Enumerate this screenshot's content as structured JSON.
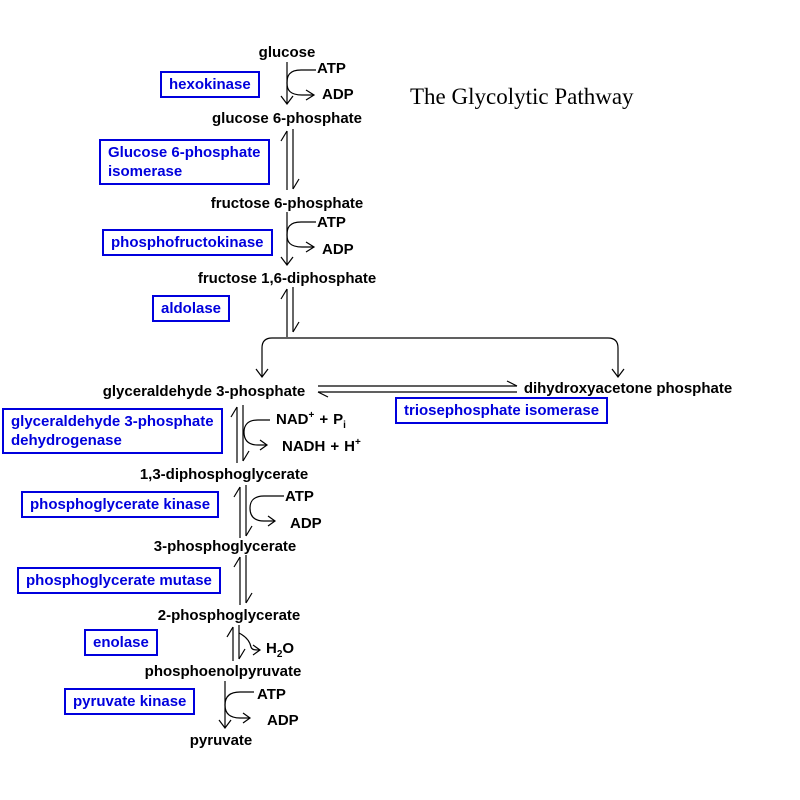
{
  "title": "The Glycolytic Pathway",
  "colors": {
    "enzyme_blue": "#0000DD",
    "line_black": "#000000",
    "background": "#FFFFFF"
  },
  "metabolites": {
    "glucose": "glucose",
    "glucose_6_phosphate": "glucose 6-phosphate",
    "fructose_6_phosphate": "fructose 6-phosphate",
    "fructose_1_6_diphosphate": "fructose 1,6-diphosphate",
    "glyceraldehyde_3_phosphate": "glyceraldehyde 3-phosphate",
    "dihydroxyacetone_phosphate": "dihydroxyacetone phosphate",
    "diphosphoglycerate_1_3": "1,3-diphosphoglycerate",
    "phosphoglycerate_3": "3-phosphoglycerate",
    "phosphoglycerate_2": "2-phosphoglycerate",
    "phosphoenolpyruvate": "phosphoenolpyruvate",
    "pyruvate": "pyruvate"
  },
  "enzymes": {
    "hexokinase": "hexokinase",
    "glucose_6_phosphate_isomerase_line1": "Glucose 6-phosphate",
    "glucose_6_phosphate_isomerase_line2": "isomerase",
    "phosphofructokinase": "phosphofructokinase",
    "aldolase": "aldolase",
    "triosephosphate_isomerase": "triosephosphate isomerase",
    "gapdh_line1": "glyceraldehyde 3-phosphate",
    "gapdh_line2": "dehydrogenase",
    "phosphoglycerate_kinase": "phosphoglycerate kinase",
    "phosphoglycerate_mutase": "phosphoglycerate mutase",
    "enolase": "enolase",
    "pyruvate_kinase": "pyruvate kinase"
  },
  "cofactors": {
    "atp": "ATP",
    "adp": "ADP",
    "nad": "NAD",
    "nad_sup": "+",
    "plus": "+",
    "p": "P",
    "p_sub": "i",
    "nadh": "NADH",
    "h": "H",
    "h_sup": "+",
    "h2o_h": "H",
    "h2o_sub": "2",
    "h2o_o": "O"
  }
}
